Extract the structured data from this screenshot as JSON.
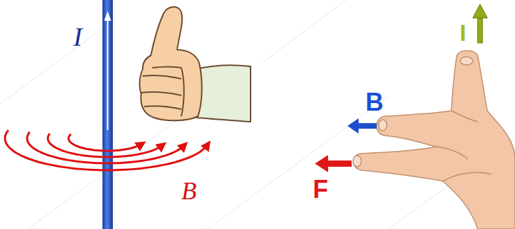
{
  "diagram": {
    "labels": [
      "I",
      "B",
      "I",
      "B",
      "F"
    ]
  }
}
